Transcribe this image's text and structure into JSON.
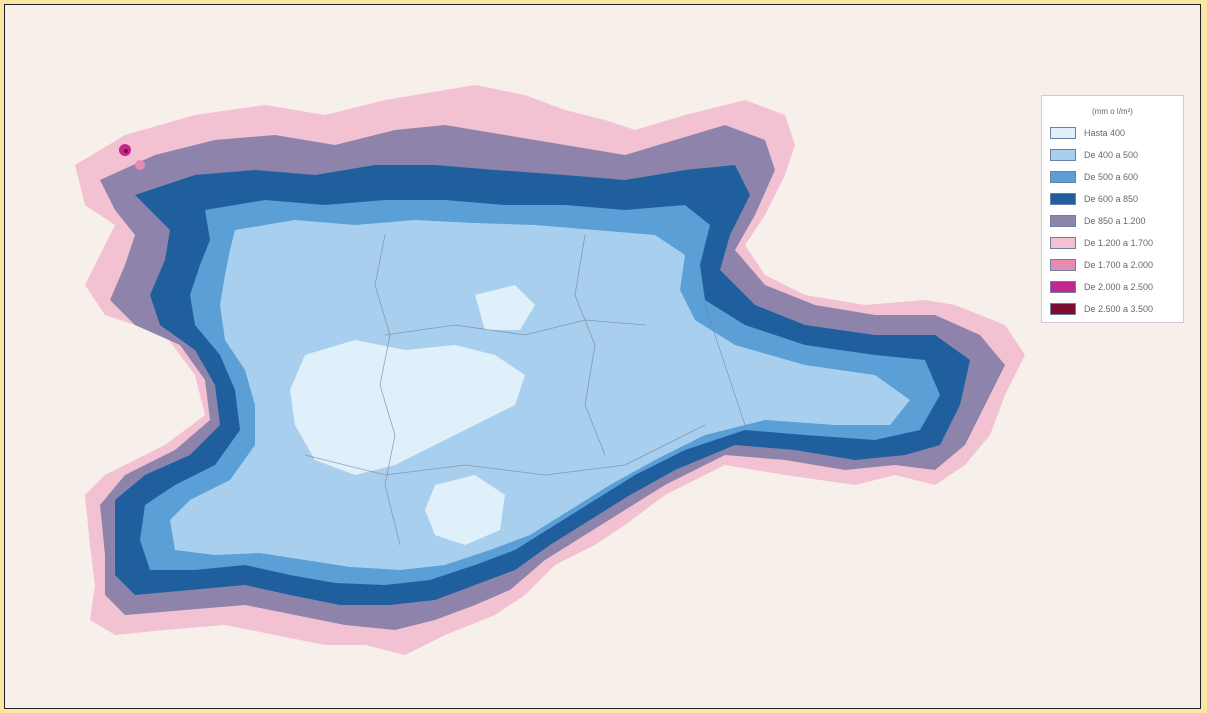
{
  "legend": {
    "title": "(mm o l/m²)",
    "items": [
      {
        "label": "Hasta 400",
        "color": "#e0f0fa"
      },
      {
        "label": "De 400 a 500",
        "color": "#a8d0ee"
      },
      {
        "label": "De 500 a 600",
        "color": "#5a9fd6"
      },
      {
        "label": "De 600 a 850",
        "color": "#1f5f9e"
      },
      {
        "label": "De 850 a 1.200",
        "color": "#8e84ab"
      },
      {
        "label": "De 1.200 a 1.700",
        "color": "#f2c2d2"
      },
      {
        "label": "De 1.700 a 2.000",
        "color": "#e48cb2"
      },
      {
        "label": "De 2.000 a 2.500",
        "color": "#c2268f"
      },
      {
        "label": "De 2.500 a 3.500",
        "color": "#7c0c2e"
      }
    ]
  }
}
